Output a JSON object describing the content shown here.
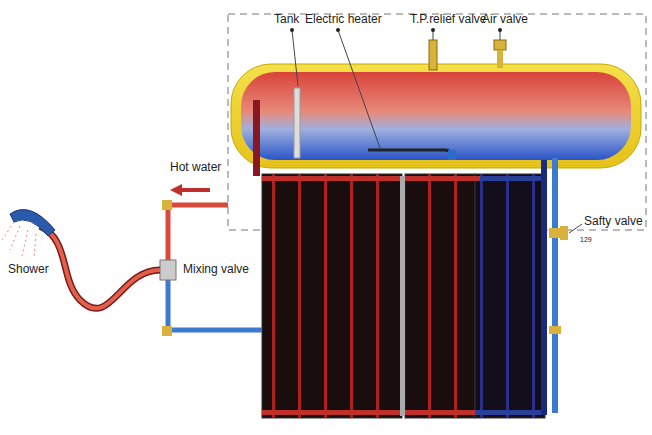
{
  "diagram": {
    "labels": [
      "Tank",
      "Electric heater",
      "T.P.relief valve",
      "Air valve",
      "Hot water",
      "Shower",
      "Mixing valve",
      "Safty valve",
      "129"
    ]
  }
}
